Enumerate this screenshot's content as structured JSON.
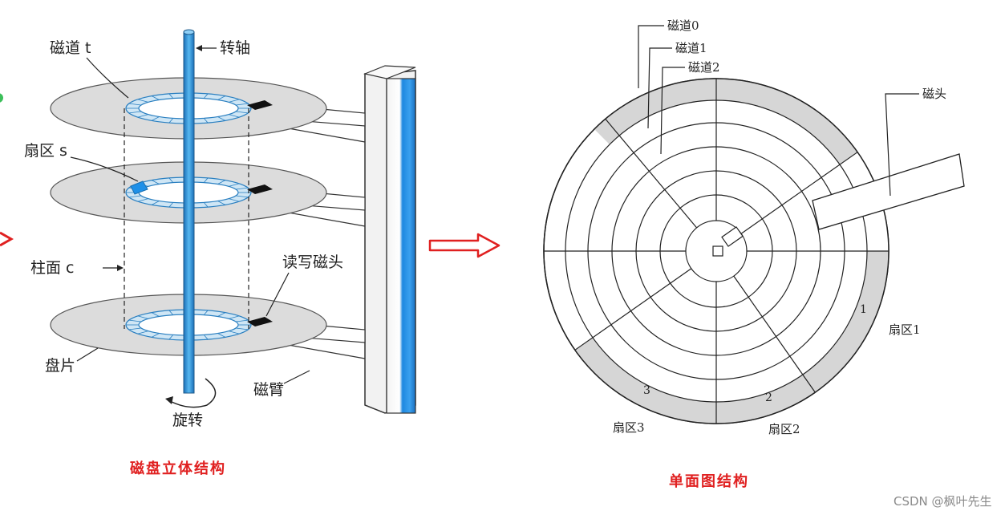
{
  "left_diagram": {
    "labels": {
      "track": "磁道 t",
      "spindle": "转轴",
      "sector": "扇区 s",
      "cylinder": "柱面 c",
      "rw_head": "读写磁头",
      "platter": "盘片",
      "arm": "磁臂",
      "rotation": "旋转"
    },
    "caption": "磁盘立体结构"
  },
  "right_diagram": {
    "labels": {
      "track0": "磁道0",
      "track1": "磁道1",
      "track2": "磁道2",
      "head": "磁头",
      "sector1": "扇区1",
      "sector2": "扇区2",
      "sector3": "扇区3",
      "num1": "1",
      "num2": "2",
      "num3": "3"
    },
    "caption": "单面图结构"
  },
  "watermark": "CSDN @枫叶先生",
  "colors": {
    "caption": "#e02020",
    "arrow": "#e02020",
    "spindle": "#3aa0e0",
    "track_ring": "#cfe6f5",
    "platter": "#dcdcdc",
    "sector_gray": "#d6d6d6"
  }
}
